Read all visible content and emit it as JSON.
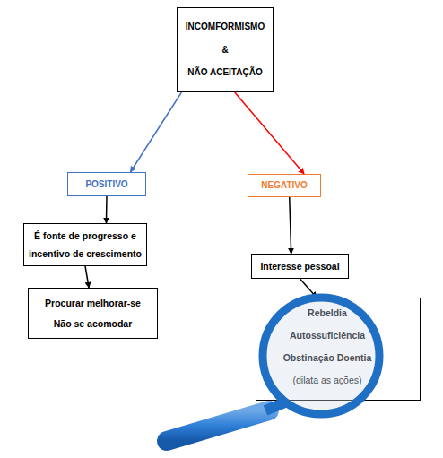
{
  "diagram": {
    "nodes": [
      {
        "text": [
          "INCOMFORMISMO",
          "&",
          "NÃO ACEITAÇÃO"
        ]
      },
      {
        "text": [
          "POSITIVO"
        ]
      },
      {
        "text": [
          "NEGATIVO"
        ]
      },
      {
        "text": [
          "É fonte de progresso e incentivo de crescimento"
        ]
      },
      {
        "text": [
          "Interesse pessoal"
        ]
      },
      {
        "text": [
          "Procurar melhorar-se",
          "Não se acomodar"
        ]
      },
      {
        "text": [
          "Rebeldia",
          "Autossuficiência",
          "Obstinação Doentia",
          "(dilata as ações)"
        ]
      }
    ],
    "edges": [
      {
        "from": 0,
        "to": 1,
        "arrow": "to"
      },
      {
        "from": 0,
        "to": 2,
        "arrow": "to"
      },
      {
        "from": 1,
        "to": 3,
        "arrow": "to"
      },
      {
        "from": 3,
        "to": 5,
        "arrow": "to"
      },
      {
        "from": 2,
        "to": 4,
        "arrow": "to"
      },
      {
        "from": 4,
        "to": 6,
        "arrow": "to"
      }
    ]
  }
}
